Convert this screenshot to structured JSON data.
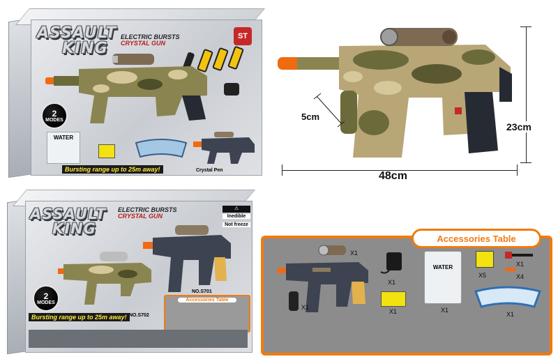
{
  "box_main": {
    "brand_line1": "ASSAULT",
    "brand_line2": "KING",
    "tagline_line1": "ELECTRIC BURSTS",
    "tagline_line2": "CRYSTAL GUN",
    "modes_number": "2",
    "modes_label": "MODES",
    "range_text": "Bursting range up to 25m away!",
    "water_label": "WATER",
    "product_label": "Crystal Pen"
  },
  "box_second": {
    "brand_line1": "ASSAULT",
    "brand_line2": "KING",
    "tagline_line1": "ELECTRIC BURSTS",
    "tagline_line2": "CRYSTAL GUN",
    "warnings": [
      "Inedible",
      "Not freeze"
    ],
    "modes_number": "2",
    "modes_label": "MODES",
    "range_text": "Bursting range up to 25m away!",
    "model_number_1": "NO.S701",
    "model_number_2": "NO.S702",
    "accessories_mini_title": "Accessories Table"
  },
  "dimensions": {
    "length": "48cm",
    "height": "23cm",
    "grip": "5cm"
  },
  "accessories": {
    "title": "Accessories Table",
    "scope_qty": "X1",
    "charger_qty": "X1",
    "beads_label": "WATER",
    "beads_qty": "X1",
    "bullets_qty": "X5",
    "screwdriver_qty": "X1",
    "darts_qty": "X4",
    "grip_qty": "X1",
    "battery_qty": "X1",
    "goggles_qty": "X1"
  },
  "colors": {
    "accent_orange": "#f07b0f",
    "camo_dark": "#6b6a3a",
    "camo_light": "#d6c89a",
    "gun_grey": "#3d4350",
    "barrel_tip": "#f06a10"
  }
}
